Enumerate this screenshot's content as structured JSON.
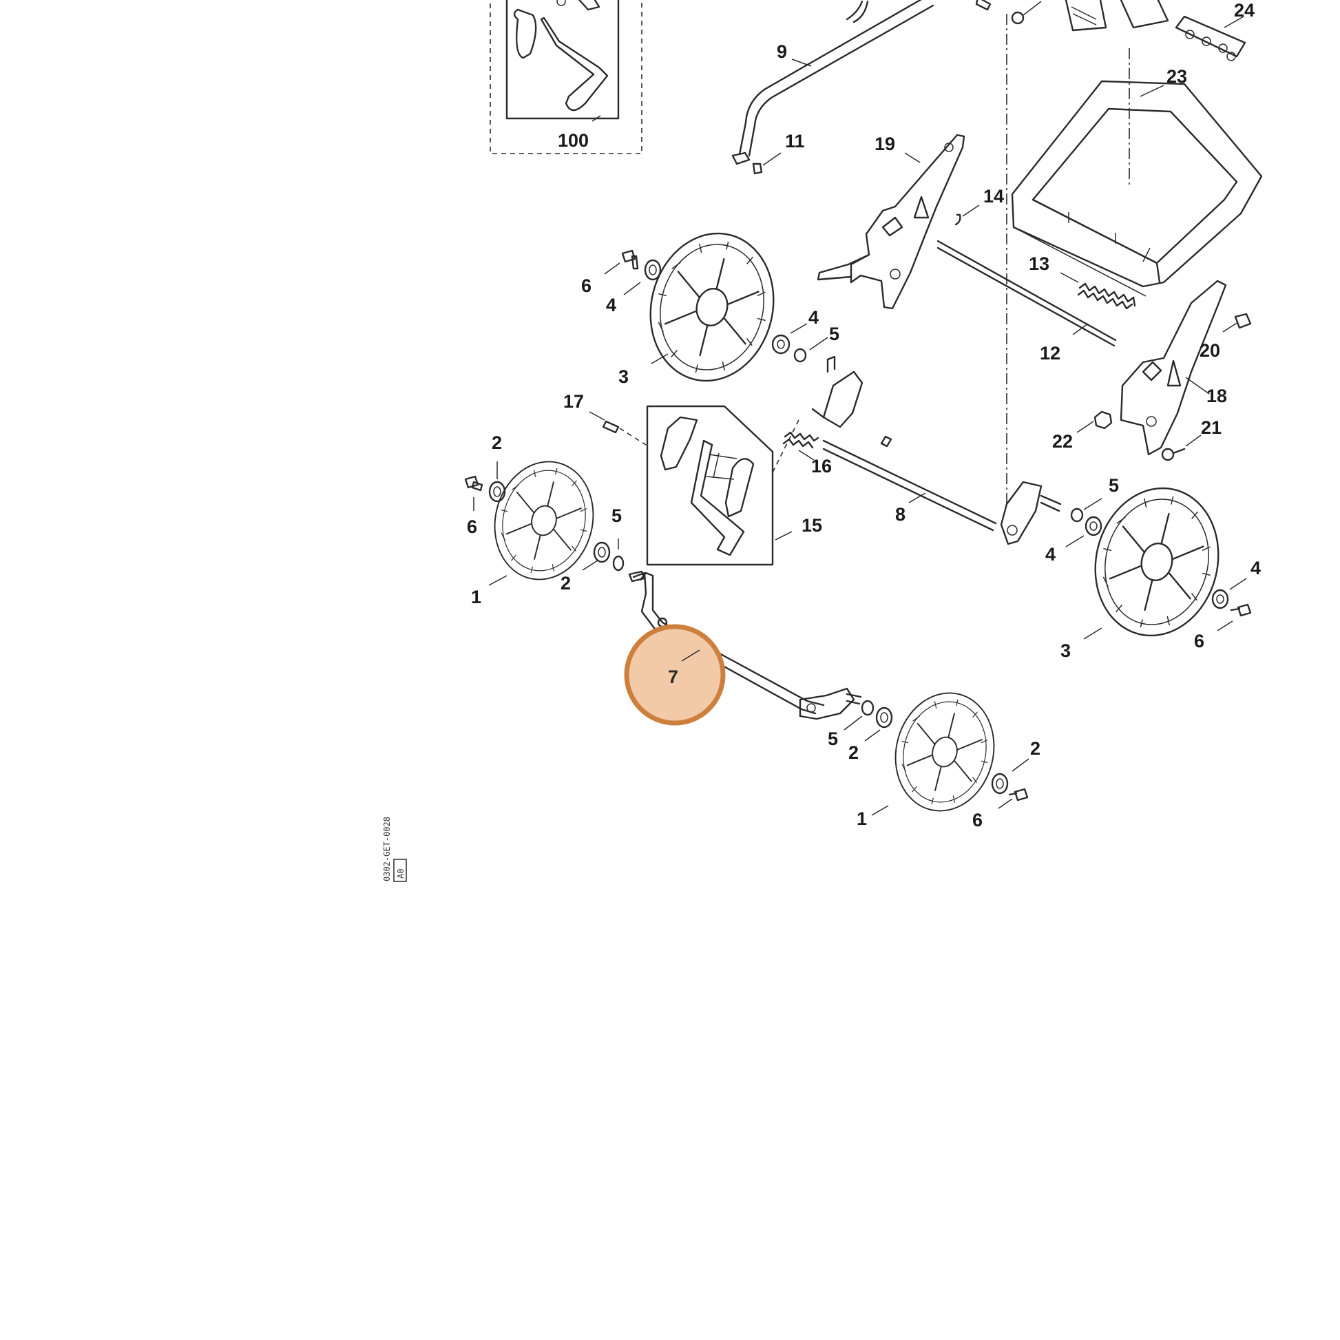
{
  "highlight": {
    "label": "7",
    "fill": "#f3caa7",
    "stroke": "#cd7f3e"
  },
  "labels": {
    "l100": "100",
    "l9": "9",
    "l11": "11",
    "l19": "19",
    "l14": "14",
    "l24": "24",
    "l23": "23",
    "l13": "13",
    "l12": "12",
    "l20": "20",
    "l18": "18",
    "l21": "21",
    "l22": "22",
    "l6a": "6",
    "l4a": "4",
    "l4b": "4",
    "l5a": "5",
    "l3a": "3",
    "l17": "17",
    "l16": "16",
    "l15": "15",
    "l8": "8",
    "l2a": "2",
    "l6b": "6",
    "l5b": "5",
    "l2b": "2",
    "l1a": "1",
    "l5c": "5",
    "l4c": "4",
    "l4d": "4",
    "l3b": "3",
    "l6c": "6",
    "l5d": "5",
    "l2c": "2",
    "l2d": "2",
    "l1b": "1",
    "l6d": "6"
  },
  "side_code": {
    "line1": "0302-GET-0028",
    "line2": "A0"
  }
}
